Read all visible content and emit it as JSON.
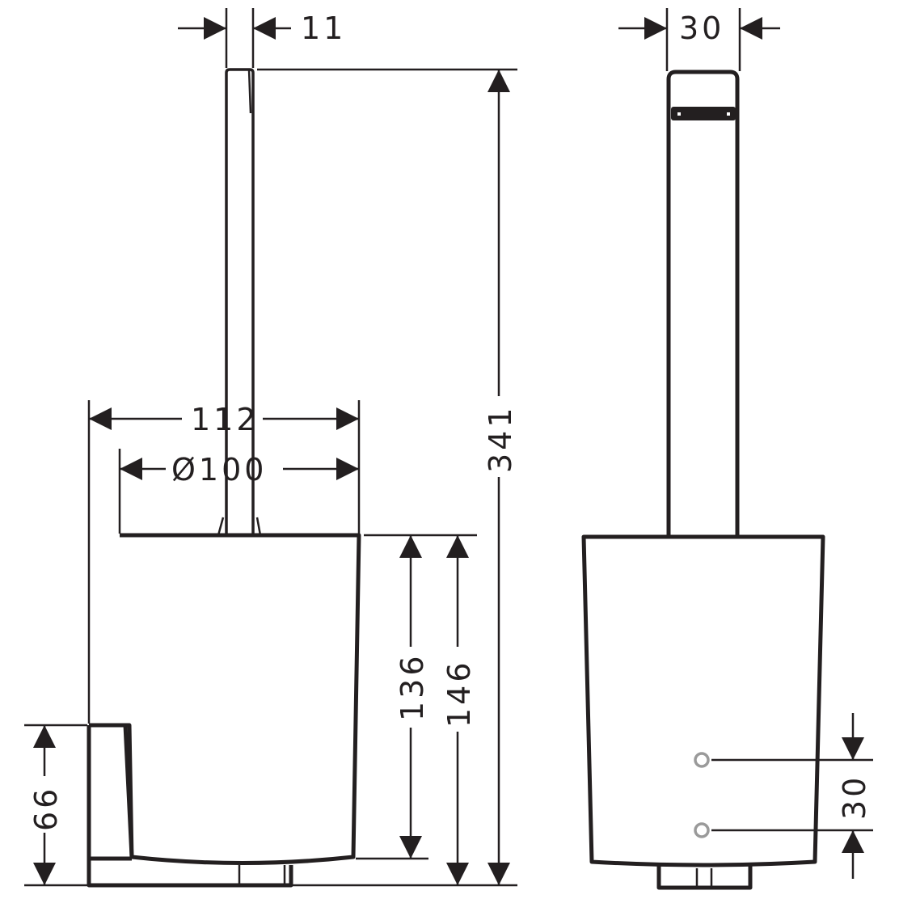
{
  "dimensions": {
    "handle_width": "11",
    "total_height": "341",
    "holder_width": "112",
    "cup_diameter": "Ø100",
    "cup_height": "136",
    "cup_total_height": "146",
    "bracket_height": "66",
    "handle_depth": "30",
    "hole_spacing": "30"
  },
  "colors": {
    "line": "#231f20",
    "hole": "#9a9a9a"
  }
}
